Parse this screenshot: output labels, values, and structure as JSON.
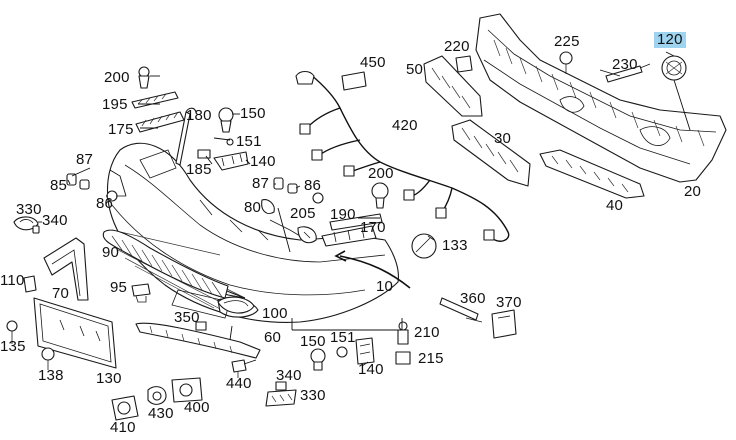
{
  "highlight_color": "#9ed4f0",
  "highlighted_part": "120",
  "part_numbers": {
    "n200": "200",
    "n195": "195",
    "n175": "175",
    "n87a": "87",
    "n85": "85",
    "n86a": "86",
    "n330a": "330",
    "n340a": "340",
    "n110": "110",
    "n70": "70",
    "n90": "90",
    "n95": "95",
    "n135": "135",
    "n138": "138",
    "n130": "130",
    "n180": "180",
    "n150a": "150",
    "n151a": "151",
    "n140a": "140",
    "n185": "185",
    "n87b": "87",
    "n86b": "86",
    "n450": "450",
    "n420": "420",
    "n190": "190",
    "n170": "170",
    "n80": "80",
    "n205": "205",
    "n133": "133",
    "n10": "10",
    "n350": "350",
    "n100": "100",
    "n60": "60",
    "n150b": "150",
    "n151b": "151",
    "n140b": "140",
    "n210": "210",
    "n215": "215",
    "n360": "360",
    "n370": "370",
    "n440": "440",
    "n340b": "340",
    "n330b": "330",
    "n410": "410",
    "n430": "430",
    "n400": "400",
    "n220": "220",
    "n50": "50",
    "n30": "30",
    "n225": "225",
    "n230": "230",
    "n120": "120",
    "n20": "20",
    "n40": "40"
  }
}
